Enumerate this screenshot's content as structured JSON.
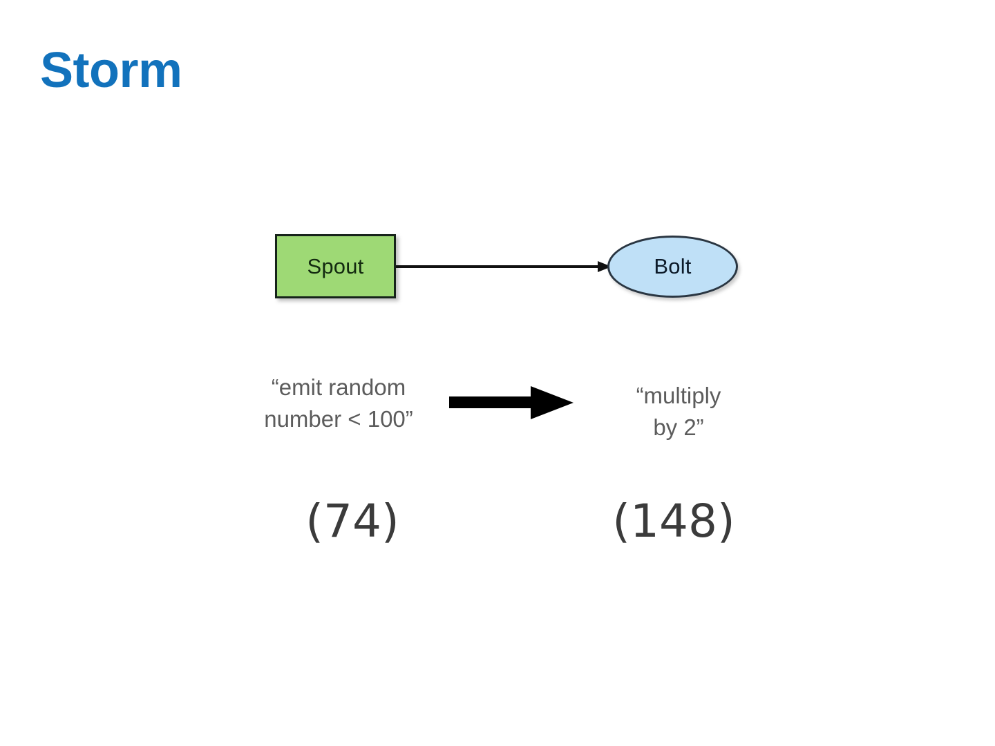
{
  "slide": {
    "title": "Storm",
    "title_color": "#1272bc",
    "background_color": "#ffffff"
  },
  "diagram": {
    "type": "flow",
    "nodes": [
      {
        "id": "spout",
        "label": "Spout",
        "shape": "rectangle",
        "fill_color": "#9ed975",
        "border_color": "#16231a",
        "description": "“emit random\nnumber < 100”",
        "value": "(74)"
      },
      {
        "id": "bolt",
        "label": "Bolt",
        "shape": "ellipse",
        "fill_color": "#bfe0f7",
        "border_color": "#2a3642",
        "description": "“multiply\nby 2”",
        "value": "(148)"
      }
    ],
    "edges": [
      {
        "id": "spout-to-bolt",
        "from": "spout",
        "to": "bolt",
        "style": "thin-arrow",
        "color": "#111111"
      },
      {
        "id": "tuple-flow",
        "from": "spout-description",
        "to": "bolt-description",
        "style": "thick-arrow",
        "color": "#000000"
      }
    ]
  }
}
